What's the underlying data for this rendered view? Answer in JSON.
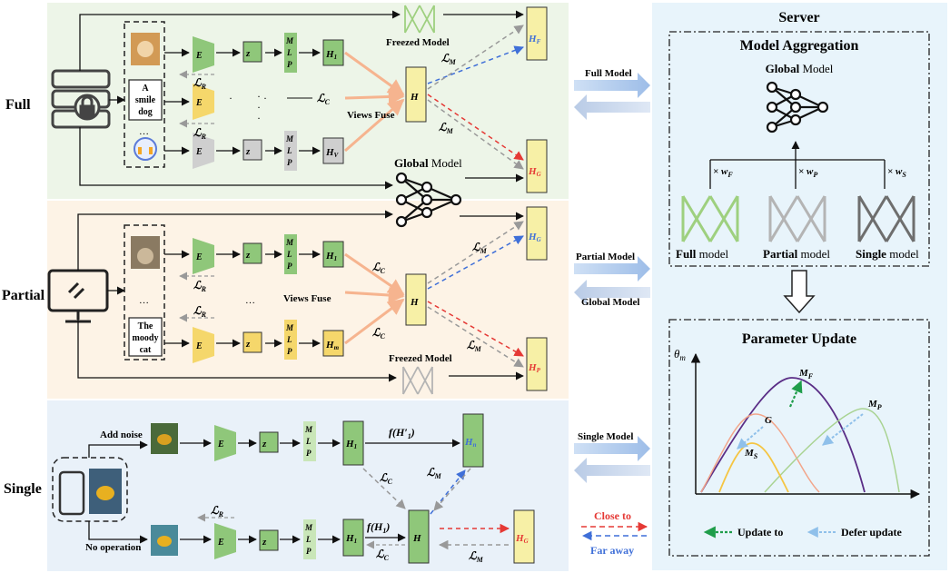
{
  "labels": {
    "full": "Full",
    "partial": "Partial",
    "single": "Single",
    "server": "Server",
    "model_aggregation": "Model Aggregation",
    "parameter_update": "Parameter Update",
    "global_model": "Global",
    "model_word": "Model",
    "freezed_model": "Freezed Model",
    "views_fuse": "Views Fuse",
    "add_noise": "Add noise",
    "no_operation": "No operation",
    "a_smile_dog": [
      "A",
      "smile",
      "dog"
    ],
    "the_moody_cat": [
      "The",
      "moody",
      "cat"
    ],
    "ellipsis": "…",
    "mlp": [
      "M",
      "L",
      "P"
    ]
  },
  "arrows": {
    "full_model": "Full Model",
    "partial_model": "Partial Model",
    "global_model": "Global Model",
    "single_model": "Single Model"
  },
  "aggregation": {
    "weights": [
      "× w",
      "× w",
      "× w"
    ],
    "weight_subs": [
      "F",
      "P",
      "S"
    ],
    "models": [
      {
        "bold": "Full",
        "rest": " model",
        "color": "#9ed07f"
      },
      {
        "bold": "Partial",
        "rest": " model",
        "color": "#b4b4b4"
      },
      {
        "bold": "Single",
        "rest": " model",
        "color": "#6e6e6e"
      }
    ]
  },
  "param_update": {
    "axis_label": "θ",
    "axis_sub": "m",
    "points": [
      "M",
      "M",
      "G",
      "M"
    ],
    "point_subs": [
      "F",
      "P",
      "",
      "S"
    ],
    "legend_update": "Update to",
    "legend_defer": "Defer update"
  },
  "legend": {
    "close_to": "Close to",
    "far_away": "Far away"
  },
  "colors": {
    "full_bg": "#edf5e8",
    "partial_bg": "#fdf3e6",
    "single_bg": "#e9f1f9",
    "server_bg": "#e8f4fb",
    "green": "#8fc77a",
    "yellow": "#f5d76b",
    "gray": "#cfcfcf",
    "red": "#e53935",
    "blue": "#3f6fd8",
    "orange": "#f6b48f"
  }
}
